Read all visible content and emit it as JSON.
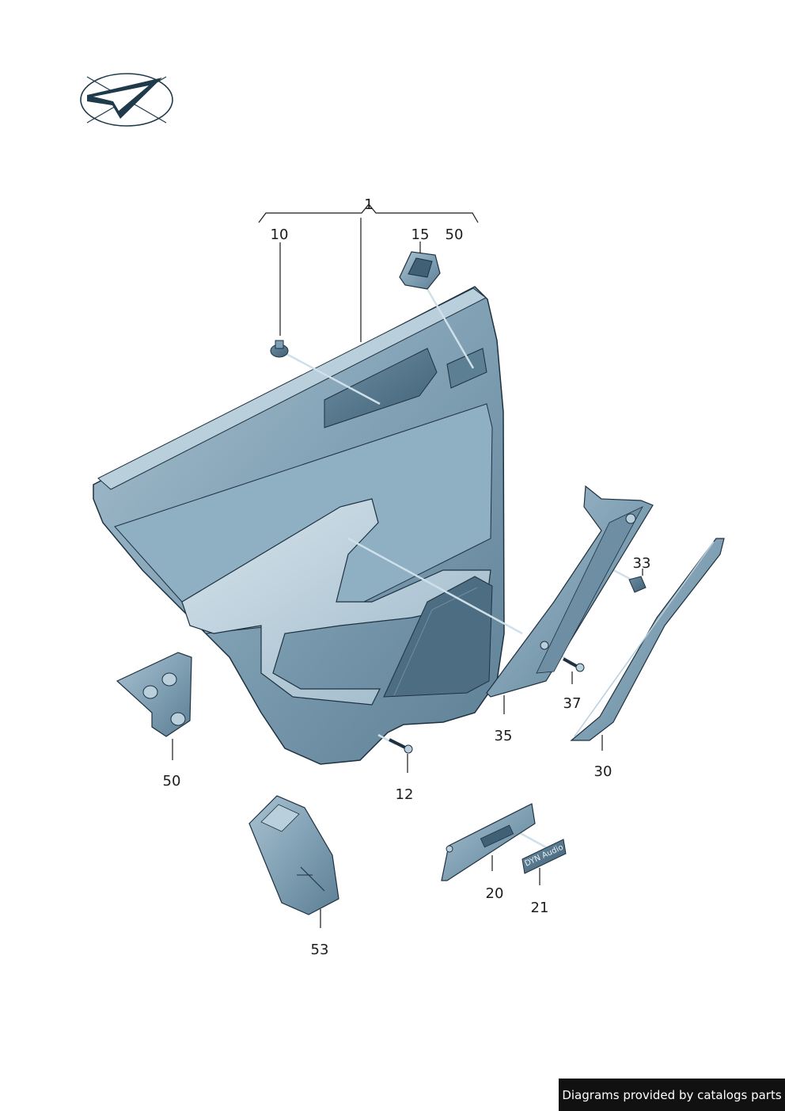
{
  "diagram": {
    "callouts": {
      "c1": "1",
      "c10": "10",
      "c15": "15",
      "c50_top": "50",
      "c33": "33",
      "c37": "37",
      "c35": "35",
      "c30": "30",
      "c50": "50",
      "c12": "12",
      "c20": "20",
      "c21": "21",
      "c53": "53"
    },
    "badge_text": "DYN Audio",
    "colors": {
      "panel": "#7e9fb3",
      "panel_dark": "#5a7c91",
      "panel_light": "#b9cfdc",
      "outline": "#1e3140",
      "logo": "#1f3a4a"
    }
  },
  "footer": {
    "text": "Diagrams provided by catalogs parts"
  }
}
